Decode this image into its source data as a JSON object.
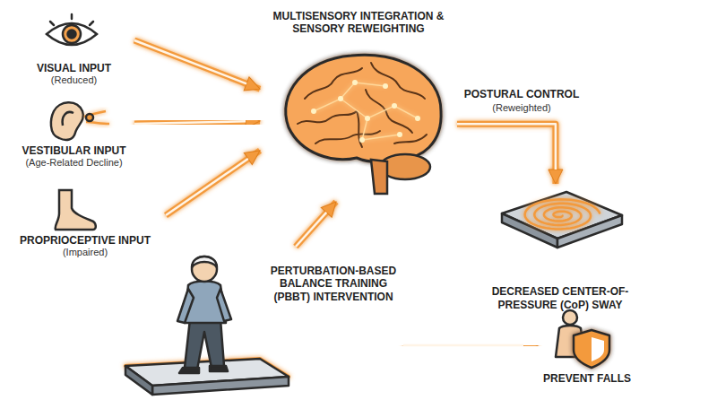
{
  "diagram": {
    "nodes": [
      {
        "text": [
          "VISUAL INPUT",
          "(Reduced)"
        ]
      },
      {
        "text": [
          "VESTIBULAR INPUT",
          "(Age-Related Decline)"
        ]
      },
      {
        "text": [
          "PROPRIOCEPTIVE INPUT",
          "(Impaired)"
        ]
      },
      {
        "text": [
          "MULTISENSORY INTEGRATION & SENSORY REWEIGHTING"
        ]
      },
      {
        "text": [
          "DECREASED CENTER-OF-PRESSURE (CoP) SWAY"
        ]
      },
      {
        "text": [
          "PERTURBATION-BASED BALANCE TRAINING (PBBT) INTERVENTION"
        ]
      },
      {
        "text": [
          "PREVENT FALLS"
        ]
      }
    ],
    "edges": [
      {
        "from": 0,
        "to": 3,
        "arrow": "to"
      },
      {
        "from": 1,
        "to": 3,
        "arrow": "to"
      },
      {
        "from": 2,
        "to": 3,
        "arrow": "to"
      },
      {
        "from": 5,
        "to": 3,
        "arrow": "to"
      },
      {
        "from": 3,
        "to": 4,
        "label": "POSTURAL CONTROL",
        "arrow": "to"
      },
      {
        "from": 5,
        "to": 6,
        "arrow": "to"
      }
    ],
    "labels": [
      "(Reweighted)"
    ]
  }
}
